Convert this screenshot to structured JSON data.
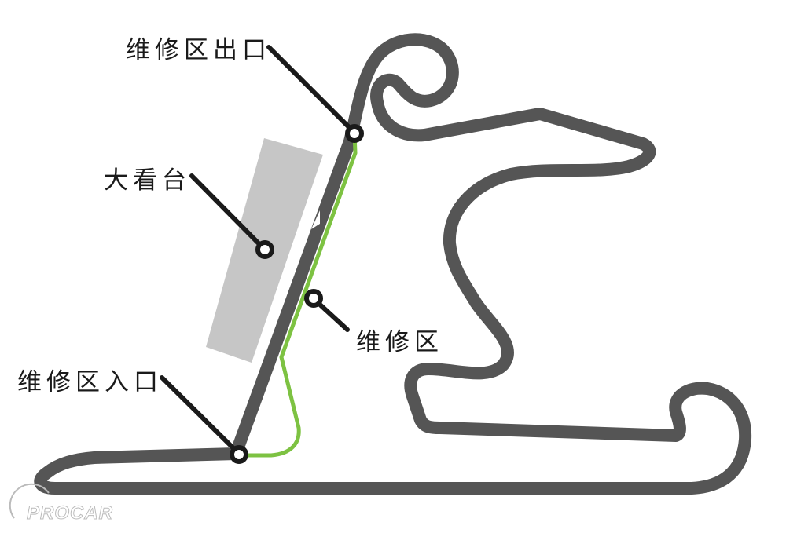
{
  "labels": {
    "pit_exit": "维修区出口",
    "grandstand": "大看台",
    "pit_lane": "维修区",
    "pit_entry": "维修区入口"
  },
  "logo": {
    "text": "PROCAR"
  },
  "colors": {
    "track": "#555555",
    "pit_lane": "#7dc242",
    "grandstand": "#c6c6c6",
    "leader": "#1a1a1a"
  }
}
